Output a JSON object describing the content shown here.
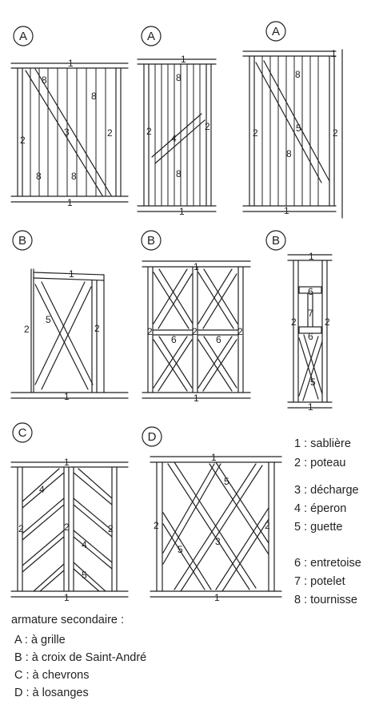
{
  "diagram": {
    "panels": [
      {
        "type_label": "A",
        "labels": [
          "1",
          "8",
          "8",
          "2",
          "3",
          "2",
          "8",
          "8",
          "1"
        ]
      },
      {
        "type_label": "A",
        "labels": [
          "1",
          "8",
          "2",
          "4",
          "2",
          "8",
          "1"
        ]
      },
      {
        "type_label": "A",
        "labels": [
          "1",
          "8",
          "2",
          "5",
          "2",
          "8",
          "1"
        ]
      },
      {
        "type_label": "B",
        "labels": [
          "1",
          "5",
          "2",
          "2",
          "1"
        ]
      },
      {
        "type_label": "B",
        "labels": [
          "1",
          "2",
          "2",
          "2",
          "6",
          "6",
          "1"
        ]
      },
      {
        "type_label": "B",
        "labels": [
          "1",
          "6",
          "7",
          "2",
          "2",
          "6",
          "5",
          "1"
        ]
      },
      {
        "type_label": "C",
        "labels": [
          "1",
          "4",
          "2",
          "2",
          "2",
          "4",
          "5",
          "1"
        ]
      },
      {
        "type_label": "D",
        "labels": [
          "1",
          "5",
          "2",
          "2",
          "3",
          "5",
          "1"
        ]
      }
    ]
  },
  "legend": [
    "1 : sablière",
    "2 : poteau",
    "3 : décharge",
    "4 : éperon",
    "5 : guette",
    "6 : entretoise",
    "7 :  potelet",
    "8 : tournisse"
  ],
  "secondary": {
    "title": "armature secondaire :",
    "items": [
      "A : à  grille",
      "B : à croix de Saint-André",
      "C : à chevrons",
      "D : à losanges"
    ]
  }
}
